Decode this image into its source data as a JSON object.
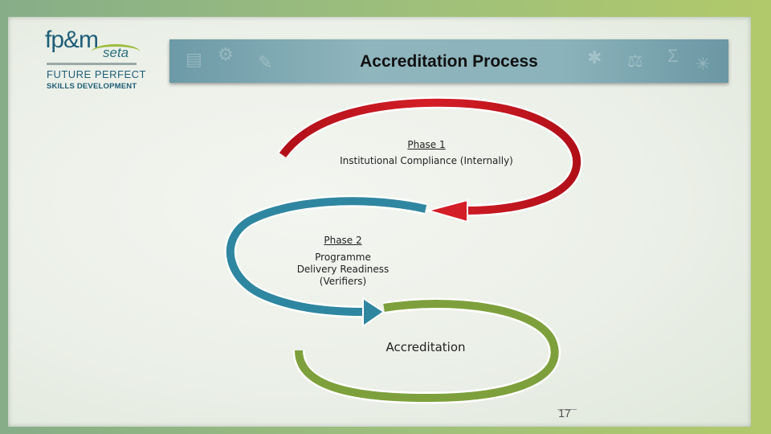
{
  "slide": {
    "title": "Accreditation Process",
    "page_number": "17"
  },
  "logo": {
    "brand": "fp&m",
    "seta": "seta",
    "line1": "FUTURE PERFECT",
    "line2": "SKILLS DEVELOPMENT"
  },
  "phases": [
    {
      "heading": "Phase 1",
      "text": "Institutional Compliance (Internally)",
      "color": "#c8141f"
    },
    {
      "heading": "Phase 2",
      "text_lines": [
        "Programme",
        "Delivery Readiness",
        "(Verifiers)"
      ],
      "color": "#2f86a0"
    },
    {
      "heading": "",
      "text": "Accreditation",
      "color": "#7ea03c"
    }
  ],
  "colors": {
    "banner": "#8bb3bb",
    "frame": "#9fc07a",
    "red_arrow": "#c8141f",
    "blue_arrow": "#2f86a0",
    "green_arrow": "#7ea03c"
  }
}
